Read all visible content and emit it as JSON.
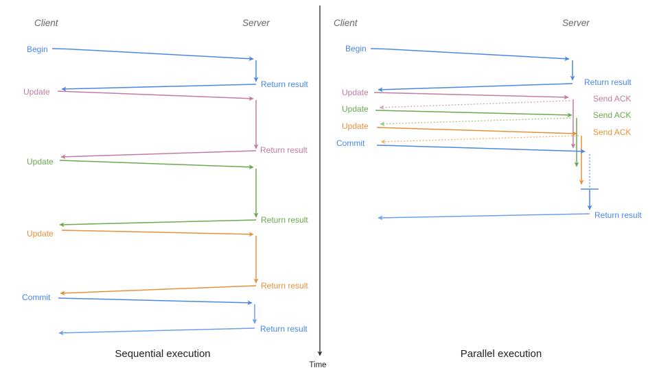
{
  "colors": {
    "blue": "#4a86e8",
    "blue_light": "#6d9eeb",
    "pink": "#c27ba0",
    "pink_light": "#d5a6bd",
    "green": "#6aa84f",
    "green_light": "#a2c988",
    "orange": "#e69138",
    "orange_light": "#f6b26b",
    "header_gray": "#666666",
    "text_dark": "#1f1f1f",
    "axis": "#333333"
  },
  "time_axis": {
    "label": "Time"
  },
  "left": {
    "title": "Sequential execution",
    "client_header": "Client",
    "server_header": "Server",
    "steps": [
      {
        "label": "Begin",
        "response": "Return result"
      },
      {
        "label": "Update",
        "response": "Return result"
      },
      {
        "label": "Update",
        "response": "Return result"
      },
      {
        "label": "Update",
        "response": "Return result"
      },
      {
        "label": "Commit",
        "response": "Return result"
      }
    ]
  },
  "right": {
    "title": "Parallel execution",
    "client_header": "Client",
    "server_header": "Server",
    "steps": [
      {
        "label": "Begin",
        "response": "Return result"
      },
      {
        "label": "Update",
        "response": "Send ACK"
      },
      {
        "label": "Update",
        "response": "Send ACK"
      },
      {
        "label": "Update",
        "response": "Send ACK"
      },
      {
        "label": "Commit",
        "response": "Return result"
      }
    ]
  }
}
